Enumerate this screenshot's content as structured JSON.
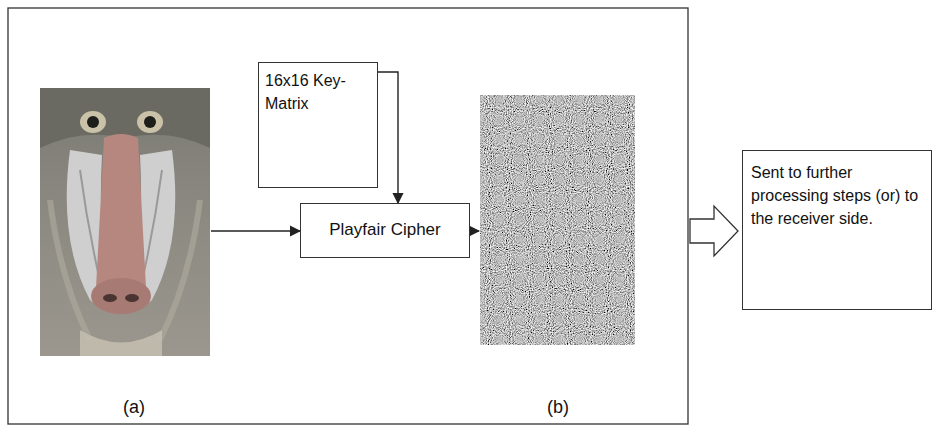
{
  "diagram": {
    "nodes": [
      {
        "text": [
          "16x16 Key-Matrix"
        ]
      },
      {
        "text": [
          "Playfair Cipher"
        ]
      },
      {
        "text": [
          "Sent to further processing steps (or) to the receiver side."
        ]
      }
    ],
    "edges": [
      {
        "from": 0,
        "to": 1,
        "arrow": "to"
      }
    ],
    "labels": [
      "(a)",
      "(b)"
    ]
  }
}
